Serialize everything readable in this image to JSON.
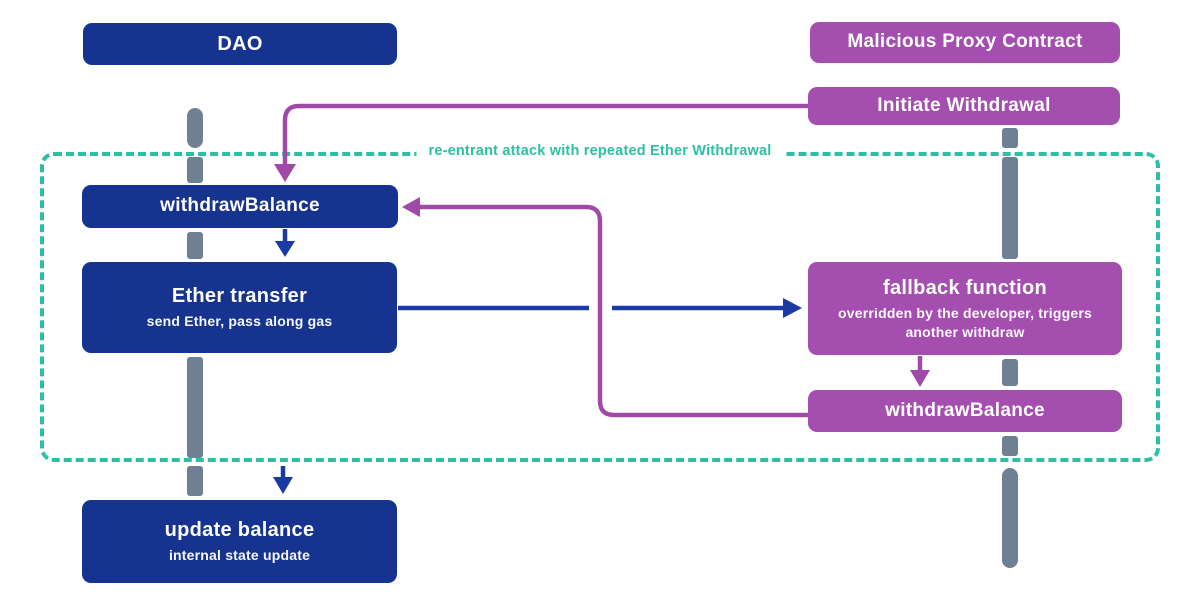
{
  "actors": {
    "dao": "DAO",
    "proxy": "Malicious Proxy Contract"
  },
  "region": {
    "label": "re-entrant attack with repeated Ether Withdrawal"
  },
  "nodes": {
    "initiate_withdrawal": {
      "label": "Initiate Withdrawal"
    },
    "withdraw_balance_dao": {
      "label": "withdrawBalance"
    },
    "ether_transfer": {
      "label": "Ether transfer",
      "sublabel": "send Ether, pass along gas"
    },
    "fallback_function": {
      "label": "fallback function",
      "sublabel": "overridden by the developer, triggers another withdraw"
    },
    "withdraw_balance_proxy": {
      "label": "withdrawBalance"
    },
    "update_balance": {
      "label": "update balance",
      "sublabel": "internal state update"
    }
  },
  "colors": {
    "dao_blue": "#16338f",
    "proxy_purple": "#a44fb0",
    "arrow_blue": "#1c3aa3",
    "arrow_purple": "#a04aa8",
    "region_teal": "#2dbfa3",
    "lifeline_gray": "#6e8092"
  }
}
